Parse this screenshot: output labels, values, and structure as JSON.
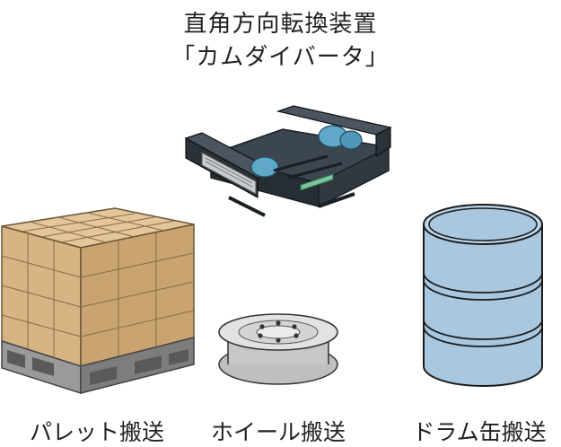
{
  "title": {
    "line1": "直角方向転換装置",
    "line2": "「カムダイバータ」"
  },
  "items": [
    {
      "label": "パレット搬送",
      "icon": "pallet-boxes-icon"
    },
    {
      "label": "ホイール搬送",
      "icon": "wheel-reel-icon"
    },
    {
      "label": "ドラム缶搬送",
      "icon": "drum-can-icon"
    }
  ],
  "device": {
    "icon": "cam-diverter-machine-icon"
  },
  "colors": {
    "box": "#d6b483",
    "pallet": "#8a8a8a",
    "drum": "#a9c8e0",
    "machine_frame": "#2f3a44",
    "machine_accent": "#5fa8c8"
  }
}
